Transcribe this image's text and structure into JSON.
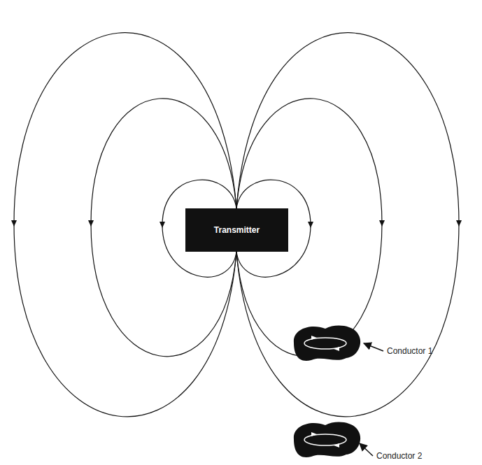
{
  "diagram": {
    "nodes": [
      {
        "text": [
          "Transmitter"
        ]
      }
    ],
    "labels": [
      "Conductor 1",
      "Conductor 2"
    ]
  }
}
